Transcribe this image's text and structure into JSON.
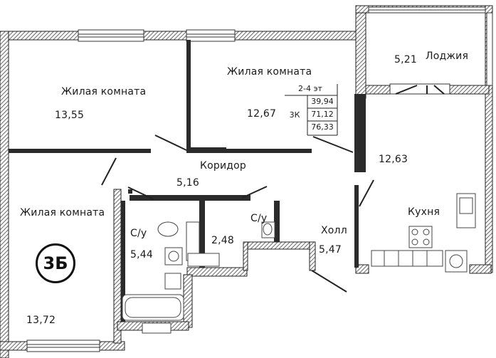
{
  "apartment": {
    "badge": "3Б",
    "info": {
      "floors": "2-4 эт",
      "rooms_type": "3К",
      "area_living": "39,94",
      "area_total": "71,12",
      "area_full": "76,33"
    }
  },
  "rooms": {
    "living1": {
      "name": "Жилая комната",
      "area": "13,55"
    },
    "living2": {
      "name": "Жилая комната",
      "area": "12,67"
    },
    "living3": {
      "name": "Жилая комната",
      "area": "13,72"
    },
    "loggia": {
      "name": "Лоджия",
      "area": "5,21"
    },
    "kitchen": {
      "name": "Кухня",
      "area": "12,63"
    },
    "corridor": {
      "name": "Коридор",
      "area": "5,16"
    },
    "hall": {
      "name": "Холл",
      "area": "5,47"
    },
    "bath1": {
      "name": "С/у",
      "area": "5,44"
    },
    "bath2": {
      "name": "С/у"
    },
    "storage": {
      "area": "2,48"
    }
  },
  "colors": {
    "wall": "#2b2b2b",
    "hatch": "#6a6a6a",
    "line": "#333333"
  }
}
